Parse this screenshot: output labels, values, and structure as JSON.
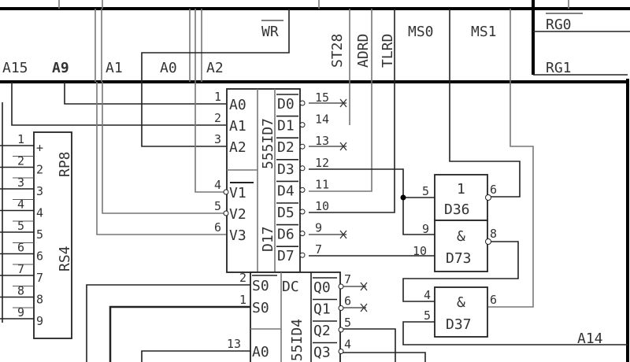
{
  "bus_labels": {
    "a15": "A15",
    "a9": "A9",
    "a1": "A1",
    "a0": "A0",
    "a2": "A2",
    "wr": "WR",
    "st28": "ST28",
    "adrd": "ADRD",
    "tlrd": "TLRD",
    "ms0": "MS0",
    "ms1": "MS1",
    "rg0": "RG0",
    "rg1": "RG1",
    "a14": "A14"
  },
  "d17": {
    "type": "555ID7",
    "ref": "D17",
    "inputs": [
      {
        "pin": "1",
        "name": "A0"
      },
      {
        "pin": "2",
        "name": "A1"
      },
      {
        "pin": "3",
        "name": "A2"
      },
      {
        "pin": "4",
        "name": "V1"
      },
      {
        "pin": "5",
        "name": "V2"
      },
      {
        "pin": "6",
        "name": "V3"
      }
    ],
    "outputs": [
      {
        "pin": "15",
        "name": "D0"
      },
      {
        "pin": "14",
        "name": "D1"
      },
      {
        "pin": "13",
        "name": "D2"
      },
      {
        "pin": "12",
        "name": "D3"
      },
      {
        "pin": "11",
        "name": "D4"
      },
      {
        "pin": "10",
        "name": "D5"
      },
      {
        "pin": "9",
        "name": "D6"
      },
      {
        "pin": "7",
        "name": "D7"
      }
    ]
  },
  "d14": {
    "type": "555ID4",
    "func": "DC",
    "inputs": [
      {
        "pin": "2",
        "name": "S0"
      },
      {
        "pin": "1",
        "name": "S0"
      },
      {
        "pin": "13",
        "name": "A0"
      }
    ],
    "outputs": [
      {
        "pin": "7",
        "name": "Q0"
      },
      {
        "pin": "6",
        "name": "Q1"
      },
      {
        "pin": "5",
        "name": "Q2"
      },
      {
        "pin": "4",
        "name": "Q3"
      }
    ]
  },
  "d36": {
    "func": "1",
    "ref": "D36",
    "in": "5",
    "out": "6"
  },
  "d73": {
    "func": "&",
    "ref": "D73",
    "in1": "9",
    "in2": "10",
    "out": "8"
  },
  "d37": {
    "func": "&",
    "ref": "D37",
    "in1": "4",
    "in2": "5",
    "out": "6"
  },
  "rs4": {
    "ref": "RS4",
    "title": "RP8",
    "pins": [
      "1",
      "2",
      "3",
      "4",
      "5",
      "6",
      "7",
      "8",
      "9"
    ],
    "inner": [
      "+",
      "2",
      "3",
      "4",
      "5",
      "6",
      "7",
      "8",
      "9"
    ]
  }
}
